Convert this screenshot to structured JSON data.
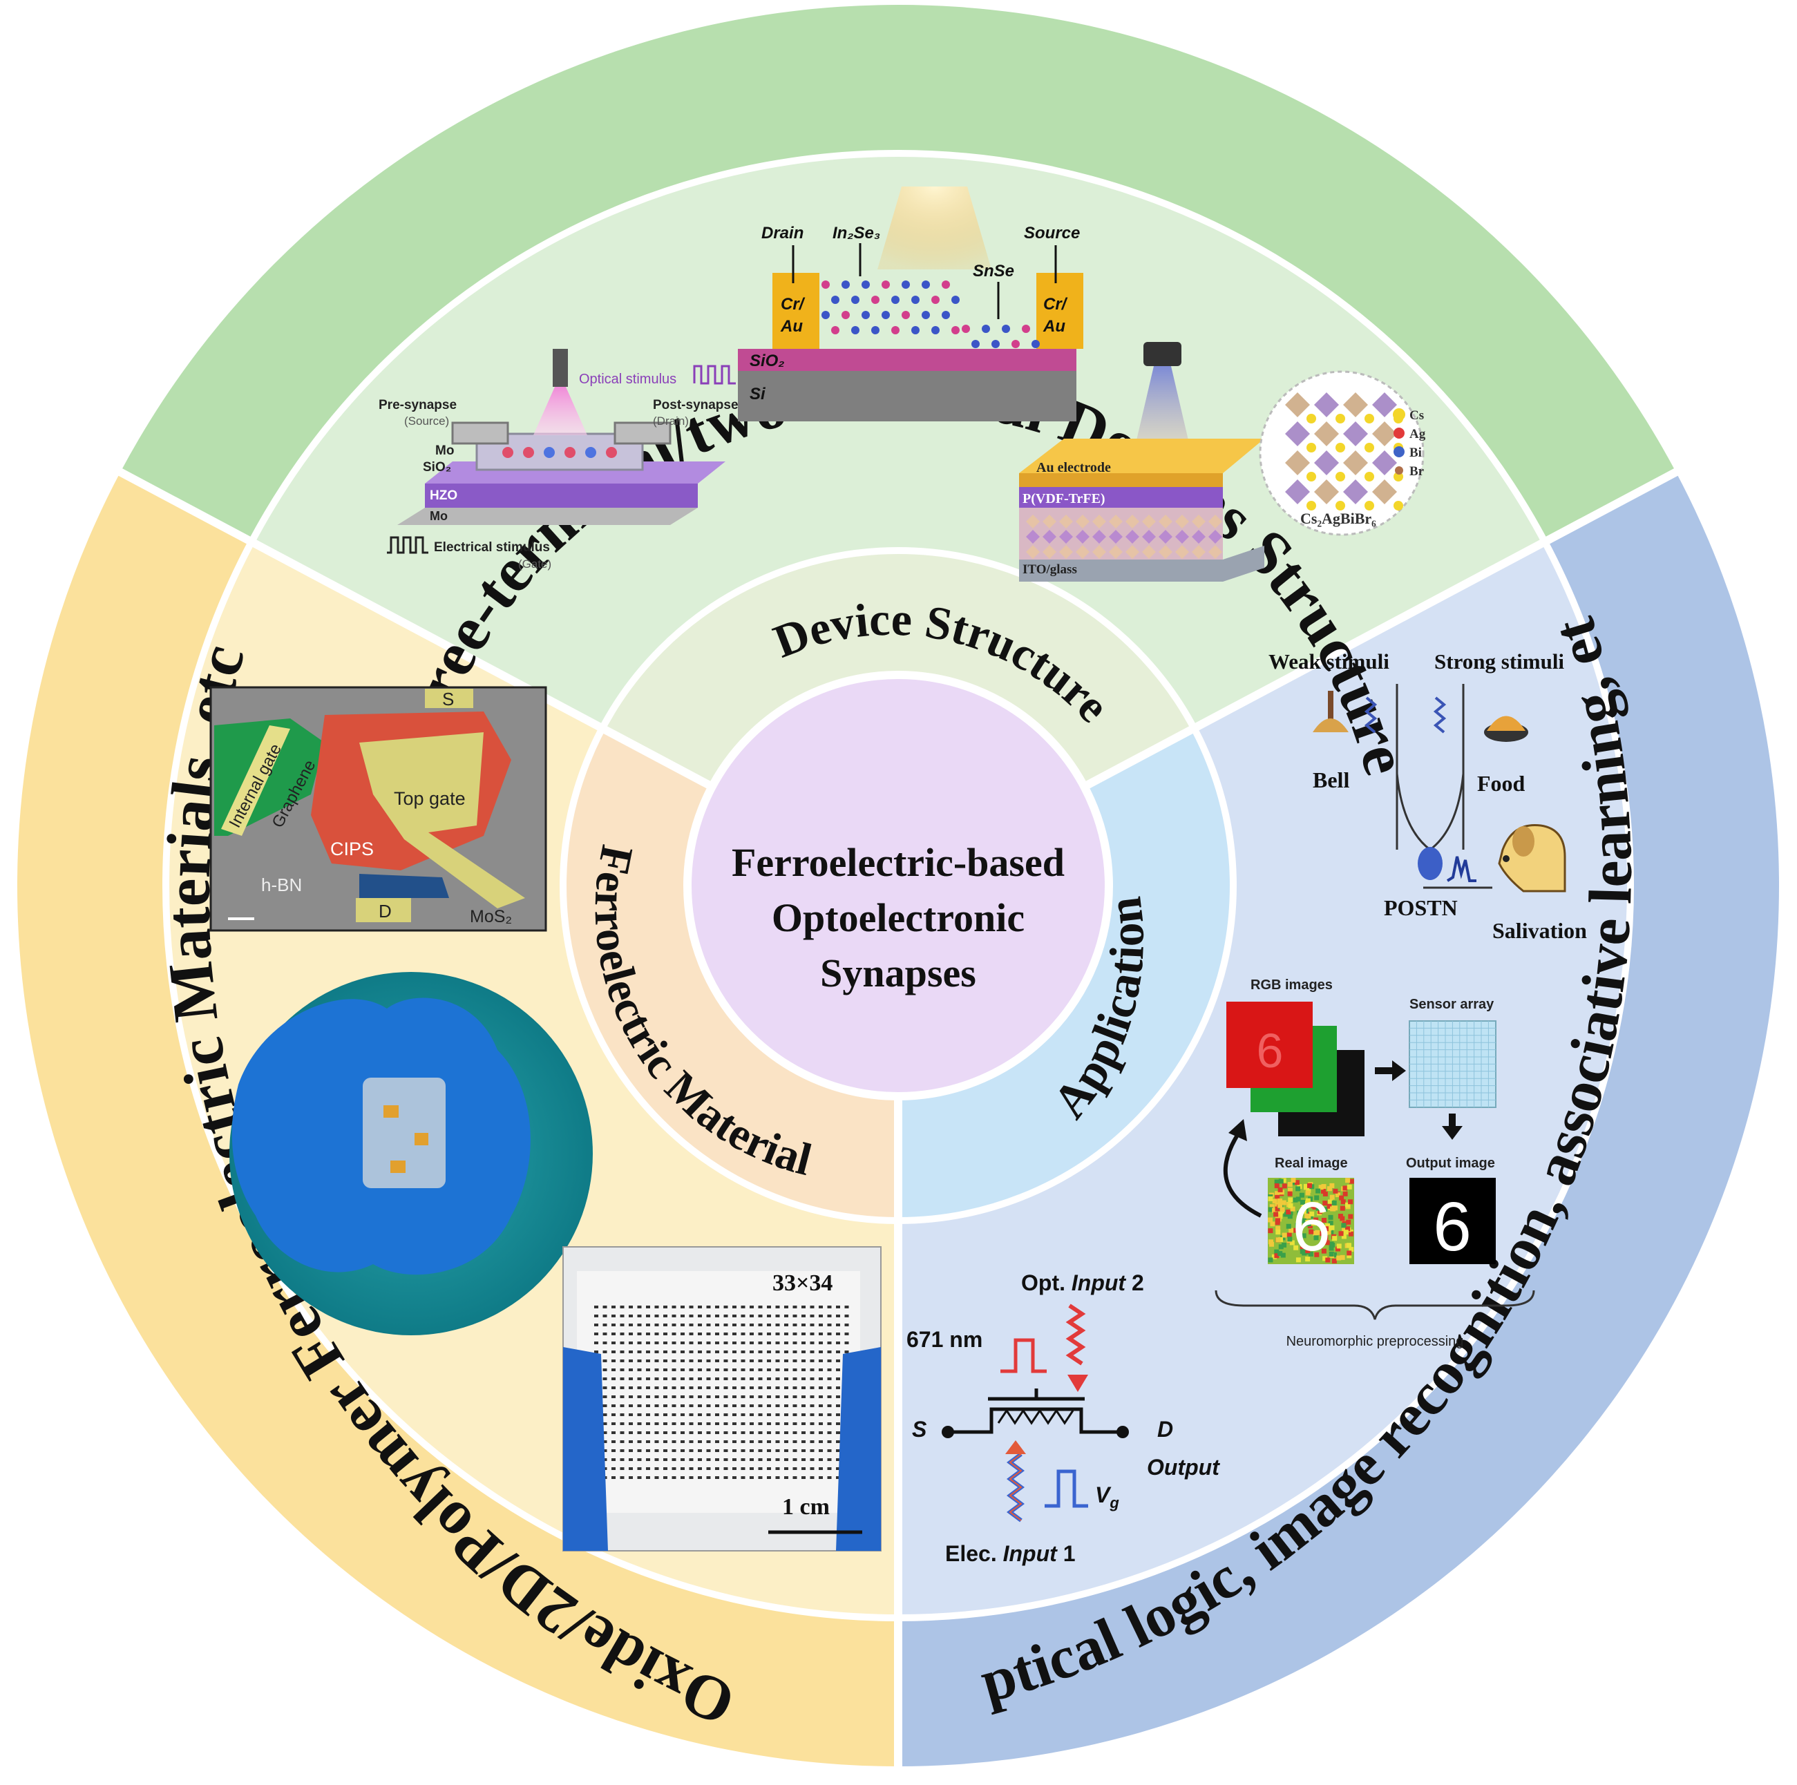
{
  "center": {
    "line1": "Ferroelectric-based",
    "line2": "Optoelectronic",
    "line3": "Synapses"
  },
  "inner_ring": {
    "device_structure": "Device Structure",
    "ferroelectric_material": "Ferroelectric Material",
    "application": "Application"
  },
  "outer_ring": {
    "top": "Three-terminal/two-terminal Devices Structure",
    "left": "Oxide/2D/Polymer Ferroelectric Materials, etc",
    "right": "optical logic, image recognition, associative learning, etc"
  },
  "panel_hzo": {
    "optical_stimulus": "Optical stimulus",
    "pre_synapse": "Pre-synapse",
    "source": "(Source)",
    "post_synapse": "Post-synapse",
    "drain": "(Drain)",
    "mo_top": "Mo",
    "sio2": "SiO₂",
    "hzo": "HZO",
    "mo_bottom": "Mo",
    "electrical_stimulus": "Electrical stimulus",
    "gate": "(Gate)"
  },
  "panel_in2se3": {
    "drain": "Drain",
    "in2se3": "In₂Se₃",
    "snse": "SnSe",
    "source": "Source",
    "cr_au": "Cr/\nAu",
    "sio2": "SiO₂",
    "si": "Si"
  },
  "panel_perovskite": {
    "au_electrode": "Au electrode",
    "pvdf": "P(VDF-TrFE)",
    "ito": "ITO/glass",
    "formula": "Cs₂AgBiBr₆",
    "legend": [
      "Cs",
      "Ag",
      "Bi",
      "Br"
    ]
  },
  "panel_cips": {
    "s": "S",
    "d": "D",
    "internal_gate": "Internal gate",
    "graphene": "Graphene",
    "top_gate": "Top gate",
    "cips": "CIPS",
    "hbn": "h-BN",
    "mos2": "MoS₂"
  },
  "panel_array": {
    "size": "33×34",
    "scale": "1 cm"
  },
  "panel_pavlov": {
    "weak": "Weak stimuli",
    "strong": "Strong stimuli",
    "bell": "Bell",
    "food": "Food",
    "postn": "POSTN",
    "salivation": "Salivation"
  },
  "panel_image": {
    "rgb": "RGB images",
    "sensor": "Sensor array",
    "real": "Real image",
    "output": "Output image",
    "digit": "6",
    "caption": "Neuromorphic preprocessing"
  },
  "panel_circuit": {
    "opt_input": "Opt. Input 2",
    "wavelength": "671 nm",
    "s": "S",
    "d": "D",
    "output": "Output",
    "vg": "V",
    "vg_sub": "g",
    "elec_input": "Elec. Input 1"
  },
  "colors": {
    "top_outer": "#b7dfae",
    "top_inner": "#dcefd7",
    "left_outer": "#fbe19c",
    "left_inner": "#fcefc6",
    "right_outer": "#adc4e6",
    "right_inner": "#d5e1f4",
    "inner_top": "#e6efd8",
    "inner_left": "#fae3c5",
    "inner_right": "#c8e4f7",
    "center": "#ead9f6"
  }
}
